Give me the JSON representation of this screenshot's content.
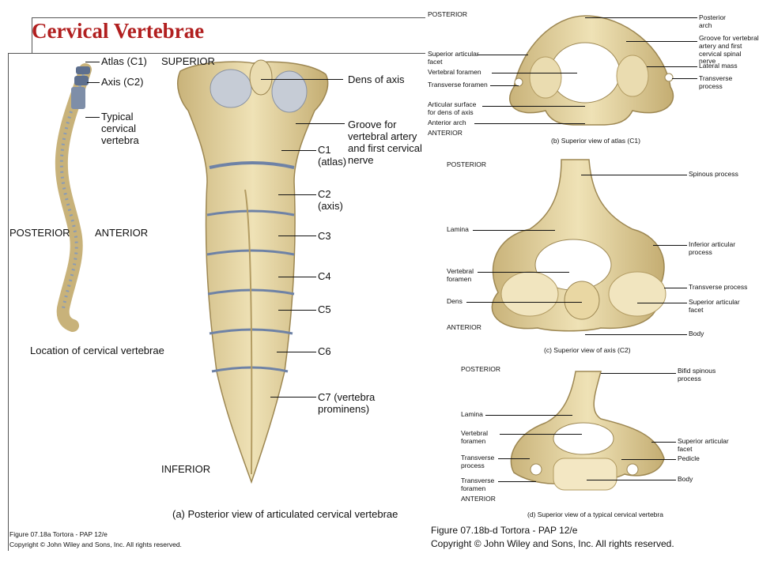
{
  "title": "Cervical Vertebrae",
  "colors": {
    "title": "#b11f1f",
    "bone": "#e8d9a8",
    "bone_shadow": "#b9a46a",
    "disc": "#7e8ea8",
    "cartilage": "#c6ccd6"
  },
  "spine_panel": {
    "labels": [
      "Atlas (C1)",
      "Axis (C2)",
      "Typical cervical vertebra"
    ],
    "posterior": "POSTERIOR",
    "anterior": "ANTERIOR",
    "caption": "Location of cervical vertebrae"
  },
  "articulated_panel": {
    "superior": "SUPERIOR",
    "inferior": "INFERIOR",
    "labels": [
      "Dens of axis",
      "Groove for vertebral artery and first cervical nerve",
      "C1 (atlas)",
      "C2 (axis)",
      "C3",
      "C4",
      "C5",
      "C6",
      "C7 (vertebra prominens)"
    ],
    "caption": "(a) Posterior view of articulated cervical vertebrae",
    "figure_ref": "Figure 07.18a  Tortora - PAP 12/e",
    "copyright": "Copyright © John Wiley and Sons, Inc. All rights reserved."
  },
  "atlas_panel": {
    "posterior": "POSTERIOR",
    "anterior": "ANTERIOR",
    "left_labels": [
      "Superior articular facet",
      "Vertebral foramen",
      "Transverse foramen",
      "Articular surface for dens of axis",
      "Anterior arch"
    ],
    "right_labels": [
      "Posterior arch",
      "Groove for vertebral artery and first cervical spinal nerve",
      "Lateral mass",
      "Transverse process"
    ],
    "caption": "(b) Superior view of atlas (C1)"
  },
  "axis_panel": {
    "posterior": "POSTERIOR",
    "anterior": "ANTERIOR",
    "left_labels": [
      "Lamina",
      "Vertebral foramen",
      "Dens"
    ],
    "right_labels": [
      "Spinous process",
      "Inferior articular process",
      "Transverse process",
      "Superior articular facet",
      "Body"
    ],
    "caption": "(c) Superior view of axis (C2)"
  },
  "typical_panel": {
    "posterior": "POSTERIOR",
    "anterior": "ANTERIOR",
    "left_labels": [
      "Lamina",
      "Vertebral foramen",
      "Transverse process",
      "Transverse foramen"
    ],
    "right_labels": [
      "Bifid spinous process",
      "Superior articular facet",
      "Pedicle",
      "Body"
    ],
    "caption": "(d) Superior view of a typical cervical vertebra",
    "figure_ref": "Figure 07.18b-d  Tortora - PAP 12/e",
    "copyright": "Copyright © John Wiley and Sons, Inc. All rights reserved."
  }
}
